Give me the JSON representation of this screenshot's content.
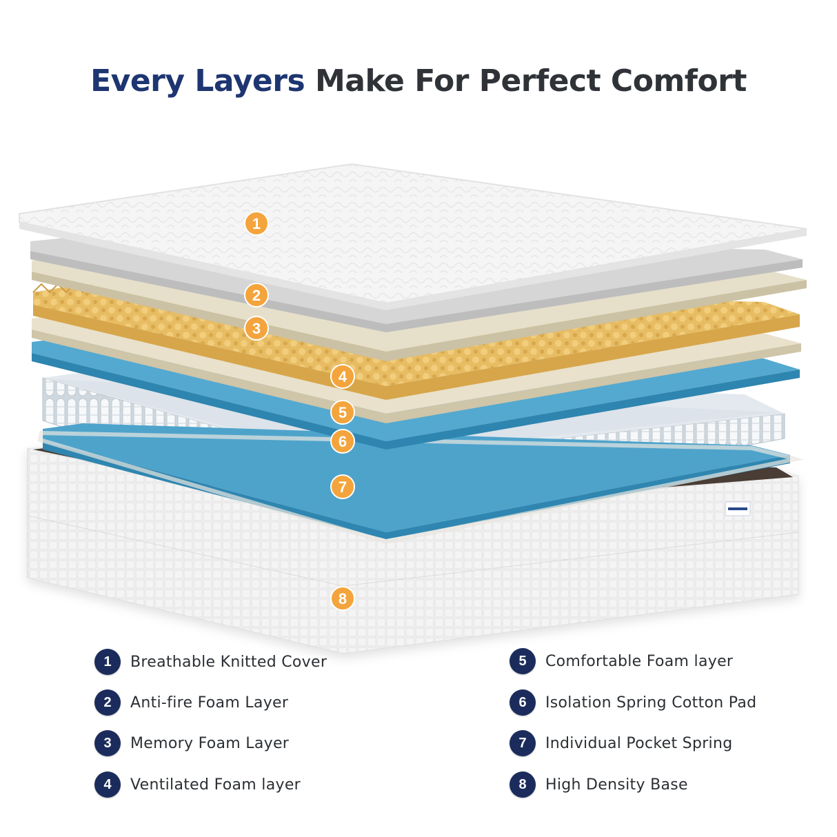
{
  "headline": {
    "accent": "Every Layers",
    "rest": "Make For Perfect Comfort"
  },
  "colors": {
    "navy": "#1b2c5c",
    "marker_orange": "#f4a43c",
    "heading_dark": "#2f3338",
    "foam_yellow": "#e2b55c",
    "gel_blue": "#4aa0c8",
    "base_brown": "#4a3c34"
  },
  "markers": [
    "1",
    "2",
    "3",
    "4",
    "5",
    "6",
    "7",
    "8"
  ],
  "legend": [
    {
      "num": "1",
      "label": "Breathable Knitted Cover"
    },
    {
      "num": "2",
      "label": "Anti-fire Foam Layer"
    },
    {
      "num": "3",
      "label": "Memory Foam Layer"
    },
    {
      "num": "4",
      "label": "Ventilated Foam layer"
    },
    {
      "num": "5",
      "label": "Comfortable Foam layer"
    },
    {
      "num": "6",
      "label": "Isolation Spring Cotton Pad"
    },
    {
      "num": "7",
      "label": "Individual Pocket Spring"
    },
    {
      "num": "8",
      "label": "High Density Base"
    }
  ]
}
